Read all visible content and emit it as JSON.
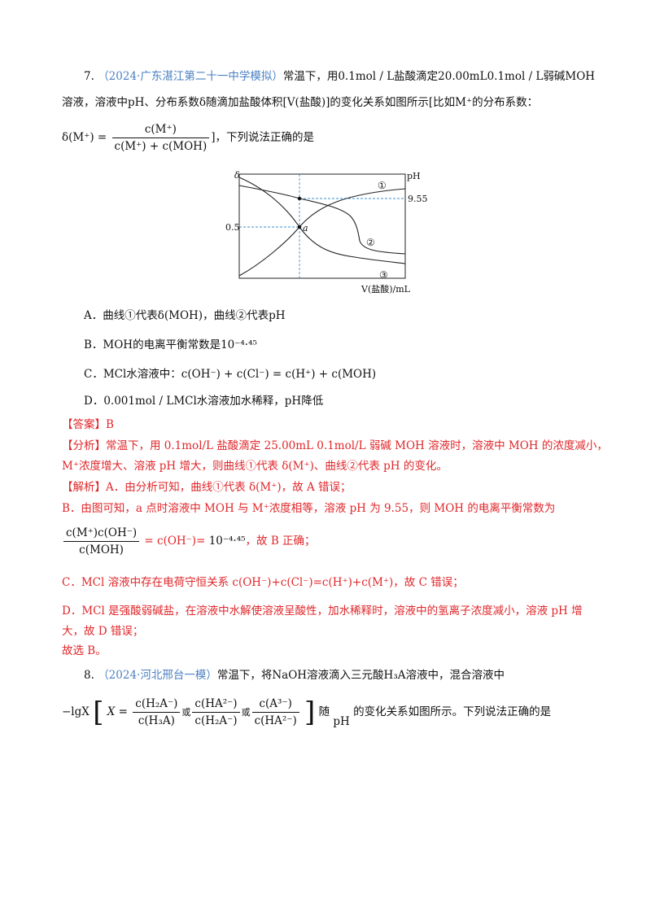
{
  "q7": {
    "number": "7.",
    "source": "（2024·广东湛江第二十一中学模拟）",
    "line1": "常温下，用0.1mol / L盐酸滴定20.00mL0.1mol / L弱碱MOH",
    "line2": "溶液，溶液中pH、分布系数δ随滴加盐酸体积[V(盐酸)]的变化关系如图所示[比如M⁺的分布系数：",
    "formula_lhs": "δ(M⁺) =",
    "formula_num": "c(M⁺)",
    "formula_den": "c(M⁺) + c(MOH)",
    "formula_tail": "]，下列说法正确的是",
    "options": [
      "A．曲线①代表δ(MOH)，曲线②代表pH",
      "B．MOH的电离平衡常数是10⁻⁴·⁴⁵",
      "C．MCl水溶液中：c(OH⁻) + c(Cl⁻) = c(H⁺) + c(MOH)",
      "D．0.001mol / LMCl水溶液加水稀释，pH降低"
    ]
  },
  "answer": {
    "answer_line": "【答案】B",
    "analysis_1": "【分析】常温下，用 0.1mol/L 盐酸滴定 25.00mL 0.1mol/L 弱碱 MOH 溶液时，溶液中 MOH 的浓度减小，",
    "analysis_2": "M⁺浓度增大、溶液 pH 增大，则曲线①代表 δ(M⁺)、曲线②代表 pH 的变化。",
    "explain_a": "【解析】A．由分析可知，曲线①代表 δ(M⁺)，故 A 错误；",
    "explain_b1": "B．由图可知，a 点时溶液中 MOH 与 M⁺浓度相等，溶液 pH 为 9.55，则 MOH 的电离平衡常数为",
    "explain_b_num": "c(M⁺)c(OH⁻)",
    "explain_b_den": "c(MOH)",
    "explain_b_eq": "= c(OH⁻)=",
    "explain_b_val": "10⁻⁴·⁴⁵",
    "explain_b_end": "，故 B 正确；",
    "explain_c": "C．MCl 溶液中存在电荷守恒关系 c(OH⁻)+c(Cl⁻)=c(H⁺)+c(M⁺)，故 C 错误；",
    "explain_d1": "D．MCl 是强酸弱碱盐，在溶液中水解使溶液呈酸性，加水稀释时，溶液中的氢离子浓度减小，溶液 pH 增",
    "explain_d2": "大，故 D 错误；",
    "conclusion": "故选 B。"
  },
  "q8": {
    "number": "8.",
    "source": "（2024·河北邢台一模）",
    "line1": "常温下，将NaOH溶液滴入三元酸H₃A溶液中，混合溶液中",
    "lhs": "−lgX",
    "x_eq": "X =",
    "f1_num": "c(H₂A⁻)",
    "f1_den": "c(H₃A)",
    "or1": "或",
    "f2_num": "c(HA²⁻)",
    "f2_den": "c(H₂A⁻)",
    "or2": "或",
    "f3_num": "c(A³⁻)",
    "f3_den": "c(HA²⁻)",
    "tail_sui": "随",
    "tail_ph": "pH",
    "tail": "的变化关系如图所示。下列说法正确的是"
  },
  "chart_labels": {
    "y_left": "δ",
    "y_right": "pH",
    "x_label": "V(盐酸)/mL",
    "tick_left": "0.5",
    "tick_right": "9.55",
    "point_label": "a",
    "curve1": "①",
    "curve2": "②",
    "curve3": "③"
  }
}
